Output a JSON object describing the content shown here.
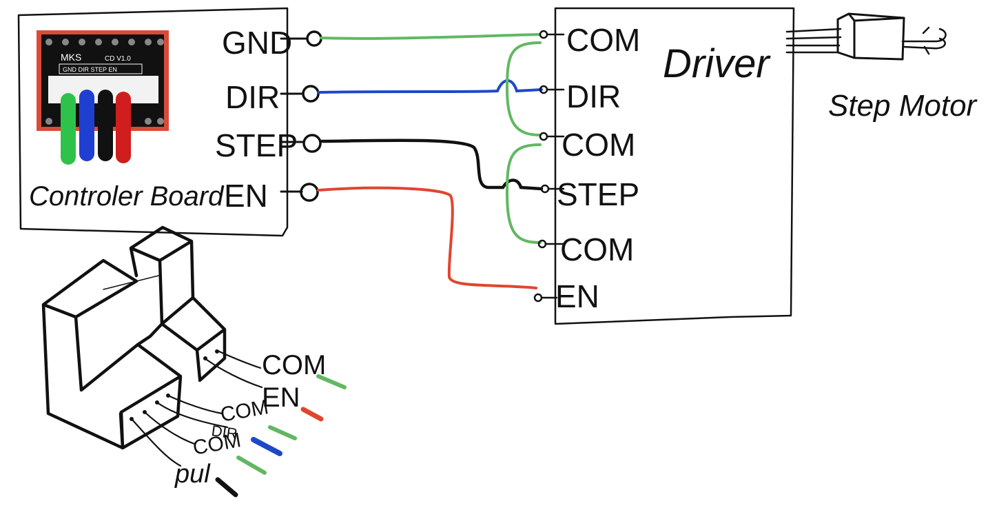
{
  "controller": {
    "title": "Controler Board",
    "photo": {
      "brand": "MKS",
      "model": "CD V1.0",
      "pins": "GND DIR STEP EN"
    },
    "pins": [
      "GND",
      "DIR",
      "STEP",
      "EN"
    ]
  },
  "driver": {
    "title": "Driver",
    "pins": [
      "COM",
      "DIR",
      "COM",
      "STEP",
      "COM",
      "EN"
    ]
  },
  "motor": {
    "label": "Step Motor"
  },
  "driver_sketch": {
    "right_pins": [
      "COM",
      "EN"
    ],
    "bottom_pins": [
      "COM",
      "DIR",
      "COM",
      "pul"
    ]
  },
  "colors": {
    "ink": "#111111",
    "gnd_com": "#62b862",
    "dir": "#1e48c8",
    "step": "#111111",
    "en": "#e0452f",
    "photo_bg": "#d94b38",
    "photo_board": "#111111"
  }
}
